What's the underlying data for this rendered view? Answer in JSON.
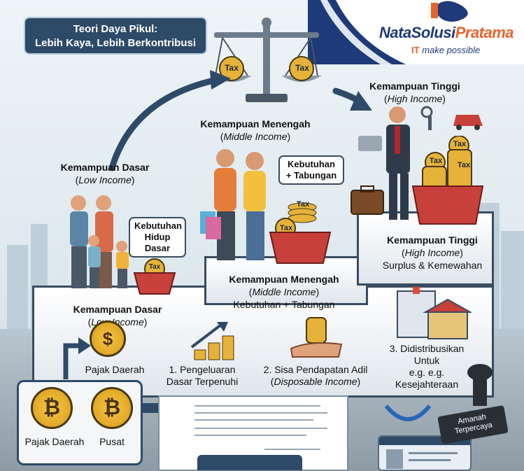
{
  "title": {
    "line1": "Teori Daya Pikul:",
    "line2": "Lebih Kaya, Lebih Berkontribusi"
  },
  "logo": {
    "name_part1": "NataSolusi",
    "name_part2": "Pratama",
    "tagline_it": "IT",
    "tagline_rest": "make possible"
  },
  "scale": {
    "left_pan": "Tax",
    "right_pan": "Tax"
  },
  "top_levels": {
    "low": {
      "title": "Kemampuan Dasar",
      "sub": "Low Income"
    },
    "middle": {
      "title": "Kemampuan Menengah",
      "sub": "Middle Income"
    },
    "high": {
      "title": "Kemampuan Tinggi",
      "sub": "High Income"
    }
  },
  "bubbles": {
    "low": "Kebutuhan Hidup Dasar",
    "middle": "Kebutuhan + Tabungan"
  },
  "coin_tax_labels": [
    "Tax",
    "Tax",
    "Tax",
    "Tax",
    "Tax",
    "Tax"
  ],
  "stairs": {
    "low": {
      "title": "Kemampuan Dasar",
      "sub": "Low Income"
    },
    "middle": {
      "title": "Kemampuan Menengah",
      "sub": "Middle Income",
      "desc": "Kebutuhan + Tabungan"
    },
    "high": {
      "title": "Kemampuan Tinggi",
      "sub": "High Income",
      "desc": "Surplus & Kemewahan"
    }
  },
  "bottom_steps": {
    "pajak_daerah_top": "Pajak Daerah",
    "step1": "1. Pengeluaran Dasar Terpenuhi",
    "step2_title": "2. Sisa Pendapatan Adil",
    "step2_sub": "Disposable Income",
    "step3_line1": "3. Didistribusikan",
    "step3_line2": "Untuk",
    "step3_line3": "e.g. e.g.",
    "step3_line4": "Kesejahteraan"
  },
  "pajak_panel": {
    "left_label": "Pajak Daerah",
    "right_label": "Pusat",
    "coin_symbol": "₿"
  },
  "stamp": {
    "text": "Amanah Terpercaya"
  },
  "colors": {
    "navy": "#2d4a68",
    "gold": "#e0a82a",
    "orange": "#e8632a",
    "basket_red": "#c8403a"
  }
}
